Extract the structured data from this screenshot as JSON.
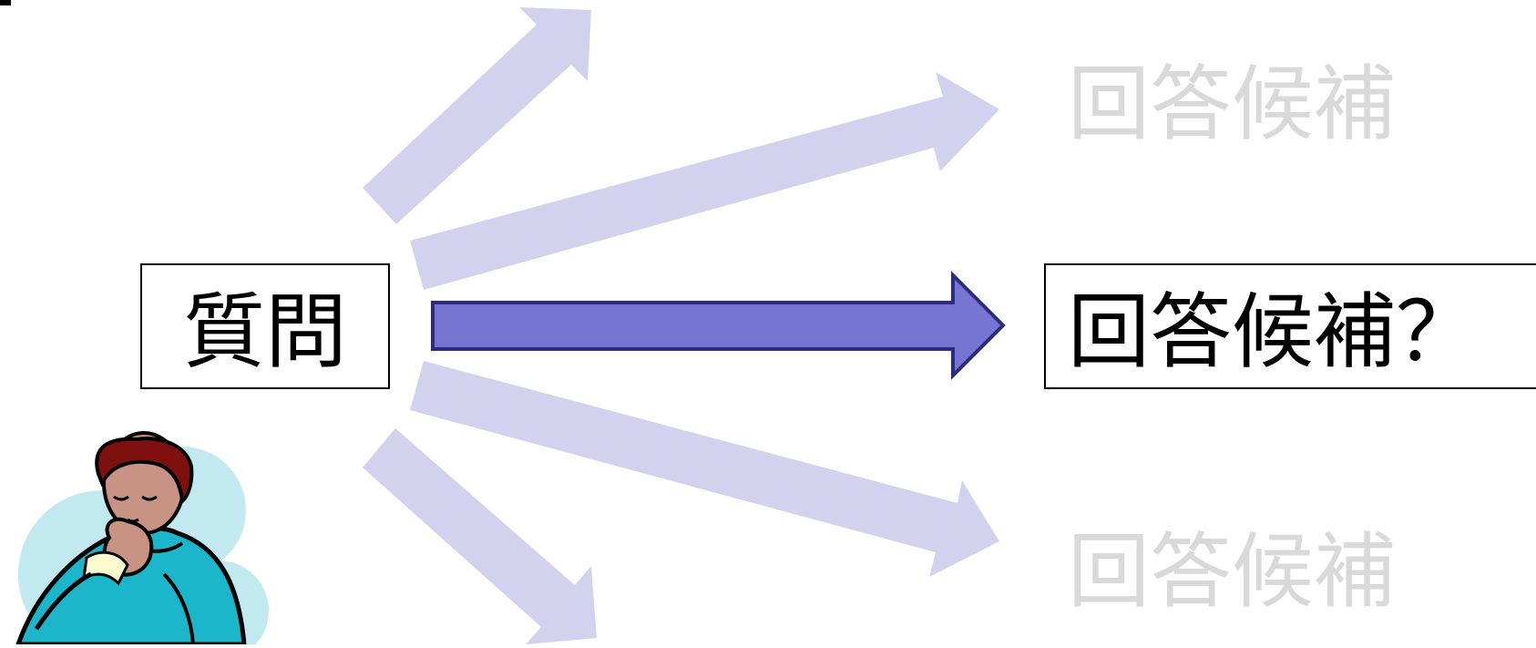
{
  "diagram": {
    "question_label": "質問",
    "selected_candidate_label": "回答候補？",
    "faded_candidate_labels": [
      "回答候補",
      "回答候補"
    ]
  },
  "colors": {
    "faded_arrow": "#d2d2ef",
    "main_arrow_fill": "#7676d2",
    "main_arrow_stroke": "#2c2c7a",
    "faded_text": "#d9d9d9",
    "box_border": "#000000"
  },
  "illustration": {
    "name": "thinking-person-clipart"
  }
}
